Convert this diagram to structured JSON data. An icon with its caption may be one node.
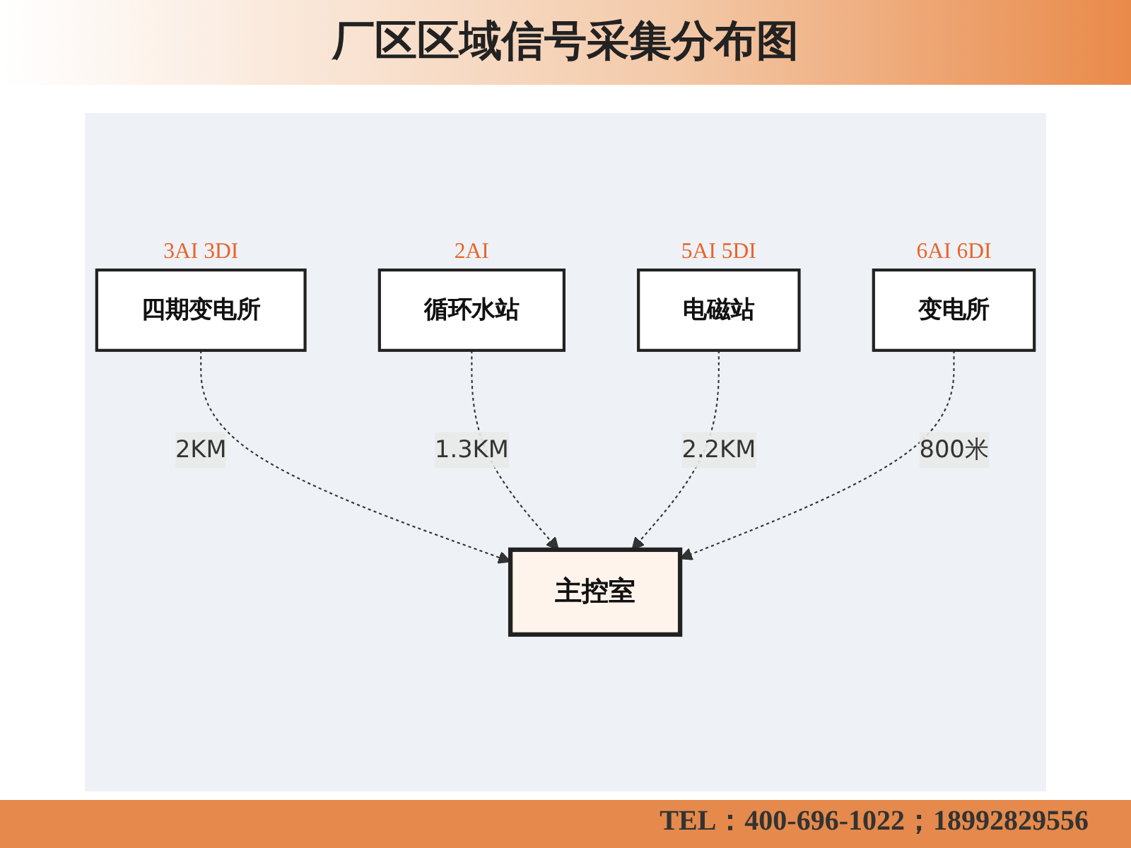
{
  "diagram": {
    "title": "厂区区域信号采集分布图",
    "nodes": [
      {
        "text": [
          "四期变电所"
        ],
        "beside": [
          "3AI 3DI"
        ]
      },
      {
        "text": [
          "循环水站"
        ],
        "beside": [
          "2AI"
        ]
      },
      {
        "text": [
          "主控室"
        ]
      },
      {
        "text": [
          "电磁站"
        ],
        "beside": [
          "5AI 5DI"
        ]
      },
      {
        "text": [
          "变电所"
        ],
        "beside": [
          "6AI 6DI"
        ]
      }
    ],
    "edges": [
      {
        "from": 0,
        "to": 2,
        "arrow": "to",
        "label": "2KM",
        "style": "dashed"
      },
      {
        "from": 1,
        "to": 2,
        "arrow": "to",
        "label": "1.3KM",
        "style": "dashed"
      },
      {
        "from": 3,
        "to": 2,
        "arrow": "to",
        "label": "2.2KM",
        "style": "dashed"
      },
      {
        "from": 4,
        "to": 2,
        "arrow": "to",
        "label": "800米",
        "style": "dashed"
      }
    ],
    "labels": [
      "TEL：400-696-1022；18992829556"
    ]
  }
}
